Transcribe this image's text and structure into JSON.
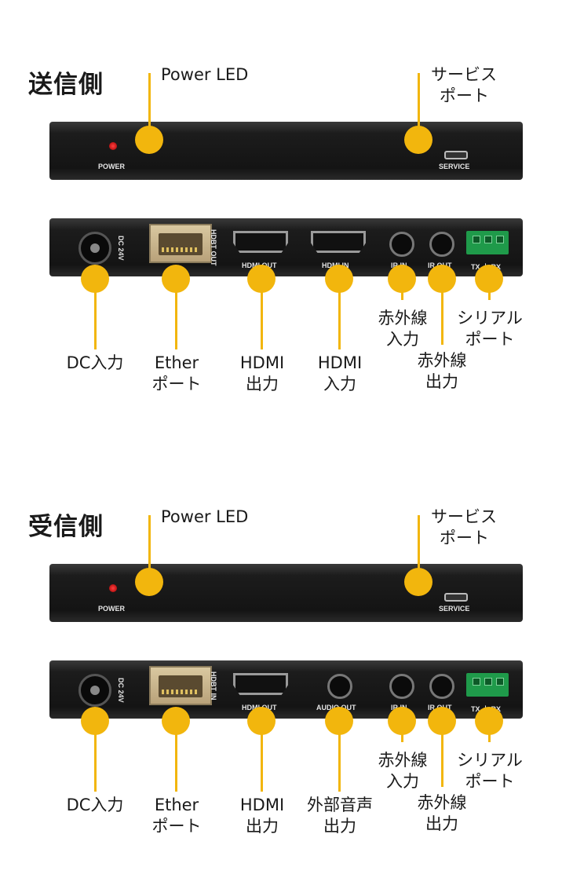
{
  "sections": [
    {
      "title": "送信側",
      "front_panel": {
        "power_silk": "POWER",
        "service_silk": "SERVICE"
      },
      "back_panel": {
        "dc_silk": "DC 24V",
        "hdbt_silk": "HDBT OUT",
        "port2_silk": "HDMI OUT",
        "port3_silk": "HDMI IN",
        "ir_in_silk": "IR IN",
        "ir_out_silk": "IR OUT",
        "terminal_silk": "TX ⏚ RX"
      },
      "labels": {
        "power_led": "Power LED",
        "service_port_1": "サービス",
        "service_port_2": "ポート",
        "dc_input": "DC入力",
        "ether_1": "Ether",
        "ether_2": "ポート",
        "port2_1": "HDMI",
        "port2_2": "出力",
        "port3_1": "HDMI",
        "port3_2": "入力",
        "ir_in_1": "赤外線",
        "ir_in_2": "入力",
        "ir_out_1": "赤外線",
        "ir_out_2": "出力",
        "serial_1": "シリアル",
        "serial_2": "ポート"
      }
    },
    {
      "title": "受信側",
      "front_panel": {
        "power_silk": "POWER",
        "service_silk": "SERVICE"
      },
      "back_panel": {
        "dc_silk": "DC 24V",
        "hdbt_silk": "HDBT IN",
        "port2_silk": "HDMI OUT",
        "port3_silk": "AUDIO OUT",
        "ir_in_silk": "IR IN",
        "ir_out_silk": "IR OUT",
        "terminal_silk": "TX ⏚ RX"
      },
      "labels": {
        "power_led": "Power LED",
        "service_port_1": "サービス",
        "service_port_2": "ポート",
        "dc_input": "DC入力",
        "ether_1": "Ether",
        "ether_2": "ポート",
        "port2_1": "HDMI",
        "port2_2": "出力",
        "port3_1": "外部音声",
        "port3_2": "出力",
        "ir_in_1": "赤外線",
        "ir_in_2": "入力",
        "ir_out_1": "赤外線",
        "ir_out_2": "出力",
        "serial_1": "シリアル",
        "serial_2": "ポート"
      }
    }
  ],
  "colors": {
    "callout": "#f2b60d",
    "panel": "#1a1a1a"
  }
}
